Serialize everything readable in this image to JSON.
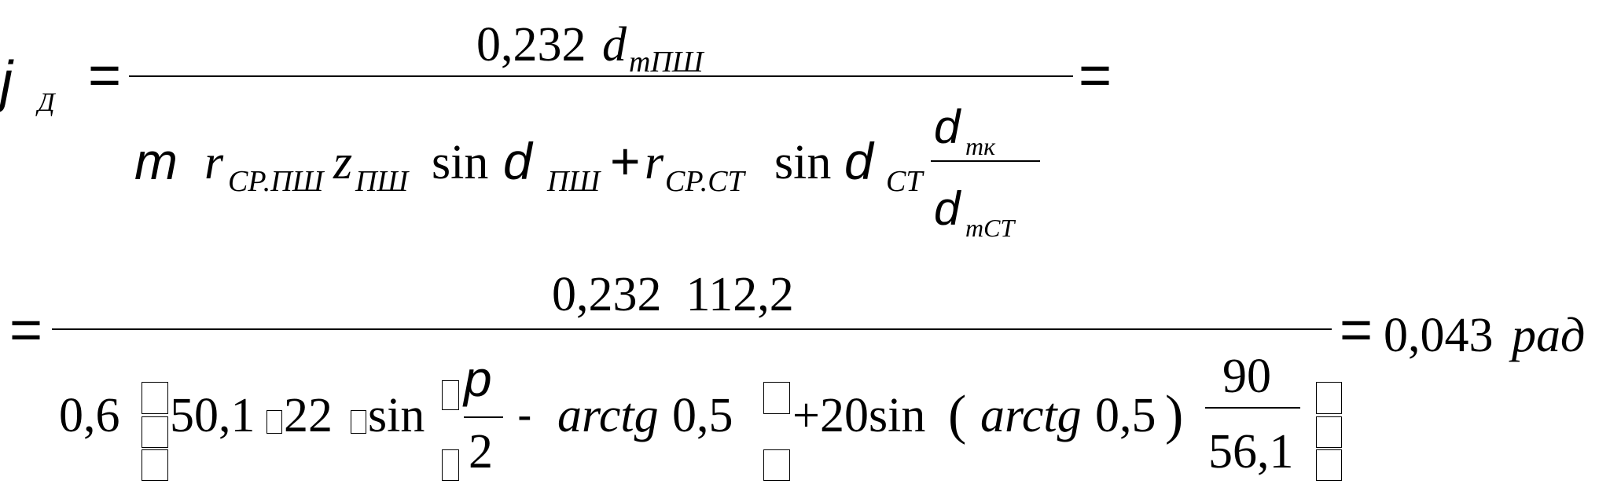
{
  "formula": {
    "lhs": {
      "symbol": "j",
      "subscript": "Д"
    },
    "equals": "=",
    "numerator1": {
      "coef": "0,232",
      "var": "d",
      "sub": "mПШ"
    },
    "denominator1": {
      "mu": "m",
      "r1": "r",
      "r1_sub": "СР.ПШ",
      "z": "z",
      "z_sub": "ПШ",
      "sin1": "sin",
      "d1": "d",
      "d1_sub": "ПШ",
      "plus": "+",
      "r2": "r",
      "r2_sub": "СР.СТ",
      "sin2": "sin",
      "d2": "d",
      "d2_sub": "СТ",
      "frac_num": "d",
      "frac_num_sub": "mк",
      "frac_den": "d",
      "frac_den_sub": "mСТ"
    },
    "numerator2": "0,232  112,2",
    "denominator2": {
      "a": "0,6",
      "b": "50,1",
      "c": "22",
      "sin1": "sin",
      "pi": "p",
      "two": "2",
      "minus": "-",
      "arctg1": "arctg",
      "half1": "0,5",
      "plus20sin": "+20sin",
      "lparen": "(",
      "arctg2": "arctg",
      "half2": "0,5",
      "rparen": ")",
      "frac_num": "90",
      "frac_den": "56,1"
    },
    "result": {
      "value": "0,043",
      "unit": "рад"
    }
  }
}
